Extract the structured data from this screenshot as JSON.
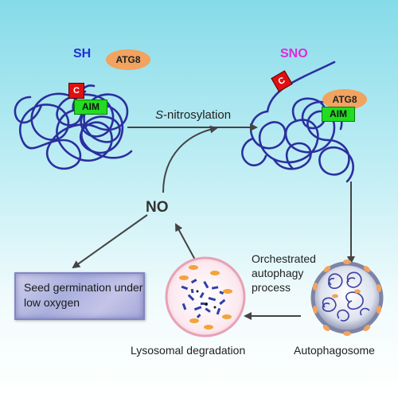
{
  "labels": {
    "sh": "SH",
    "sno": "SNO",
    "cysteine": "C",
    "aim": "AIM",
    "atg8": "ATG8",
    "s_nitrosylation": "S-nitrosylation",
    "s_nitrosylation_prefix": "S",
    "s_nitrosylation_rest": "-nitrosylation",
    "no": "NO",
    "orchestrated": "Orchestrated autophagy process",
    "seed": "Seed germination under low oxygen",
    "lysosomal": "Lysosomal degradation",
    "autophagosome": "Autophagosome"
  },
  "colors": {
    "protein_chain": "#2b2f9e",
    "sh_text": "#1f2fd6",
    "sno_text": "#e02ad8",
    "cysteine_box": "#e01010",
    "aim_box": "#22dc22",
    "atg8_blob": "#f2a35f",
    "arrow": "#444444"
  }
}
